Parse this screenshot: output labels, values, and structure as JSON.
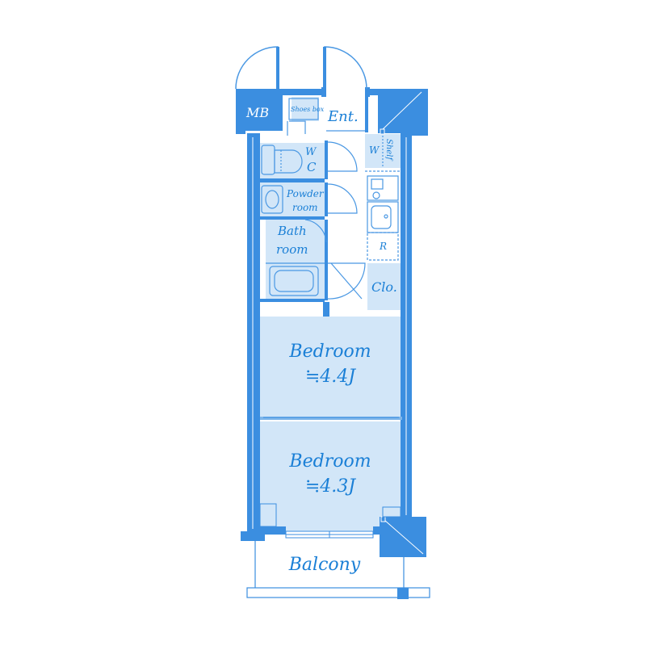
{
  "floorplan": {
    "colors": {
      "wall": "#3b8ee0",
      "room_fill": "#d2e6f8",
      "fixture": "#4a98e3",
      "text": "#1a7fd6",
      "background": "#ffffff"
    },
    "labels": {
      "mb": "MB",
      "shoes_box": "Shoes box",
      "entrance": "Ent.",
      "wc_line1": "W",
      "wc_line2": "C",
      "washer": "W",
      "shelf": "Shelf",
      "powder_line1": "Powder",
      "powder_line2": "room",
      "bath_line1": "Bath",
      "bath_line2": "room",
      "refrigerator": "R",
      "closet": "Clo."
    },
    "rooms": {
      "bedroom1_name": "Bedroom",
      "bedroom1_size": "≒4.4J",
      "bedroom2_name": "Bedroom",
      "bedroom2_size": "≒4.3J",
      "balcony": "Balcony"
    }
  }
}
